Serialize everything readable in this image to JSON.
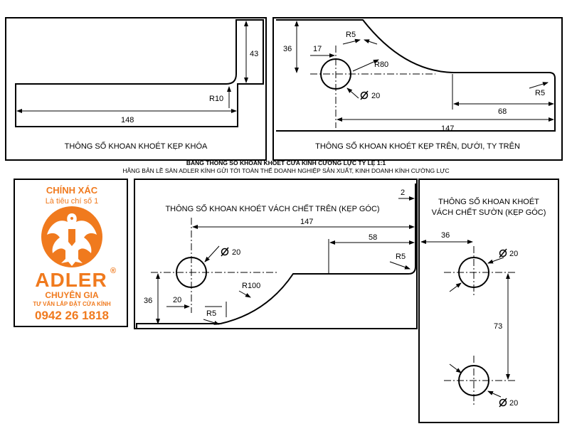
{
  "header": {
    "title": "BẢNG THÔNG SỐ KHOAN KHOÉT CỬA KÍNH CƯỜNG LỰC  TỶ LỆ 1:1",
    "subtitle": "HÃNG BẢN LỀ SÀN  ADLER KÍNH GỬI TỚI TOÀN THỂ DOANH NGHIỆP SẢN XUẤT, KINH DOANH KÍNH CƯỜNG LỰC"
  },
  "panel1": {
    "caption": "THÔNG SỐ KHOAN  KHOÉT  KẸP KHÓA",
    "dims": [
      "43",
      "R10",
      "148"
    ]
  },
  "panel2": {
    "caption": "THÔNG SỐ KHOAN  KHOÉT  KẸP TRÊN, DƯỚI, TY TRÊN",
    "dims": [
      "R5",
      "36",
      "17",
      "R80",
      "20",
      "R5",
      "68",
      "147"
    ]
  },
  "panel3": {
    "caption": "THÔNG SỐ KHOAN KHOÉT VÁCH CHẾT TRÊN (KẸP GÓC)",
    "dims": [
      "2",
      "147",
      "20",
      "58",
      "R5",
      "R100",
      "36",
      "20",
      "R5"
    ]
  },
  "panel4": {
    "caption_line1": "THÔNG SỐ KHOAN KHOÉT",
    "caption_line2": "VÁCH CHẾT SƯỜN (KẸP GÓC)",
    "dims": [
      "36",
      "20",
      "73",
      "20"
    ]
  },
  "ad": {
    "line1": "CHÍNH XÁC",
    "line2": "Là tiêu chí số 1",
    "brand": "ADLER",
    "registered": "®",
    "line3": "CHUYÊN GIA",
    "line4": "TƯ VẤN LẮP ĐẶT CỬA KÍNH",
    "phone": "0942 26 1818"
  },
  "colors": {
    "accent": "#f07a1e",
    "line": "#000000"
  }
}
